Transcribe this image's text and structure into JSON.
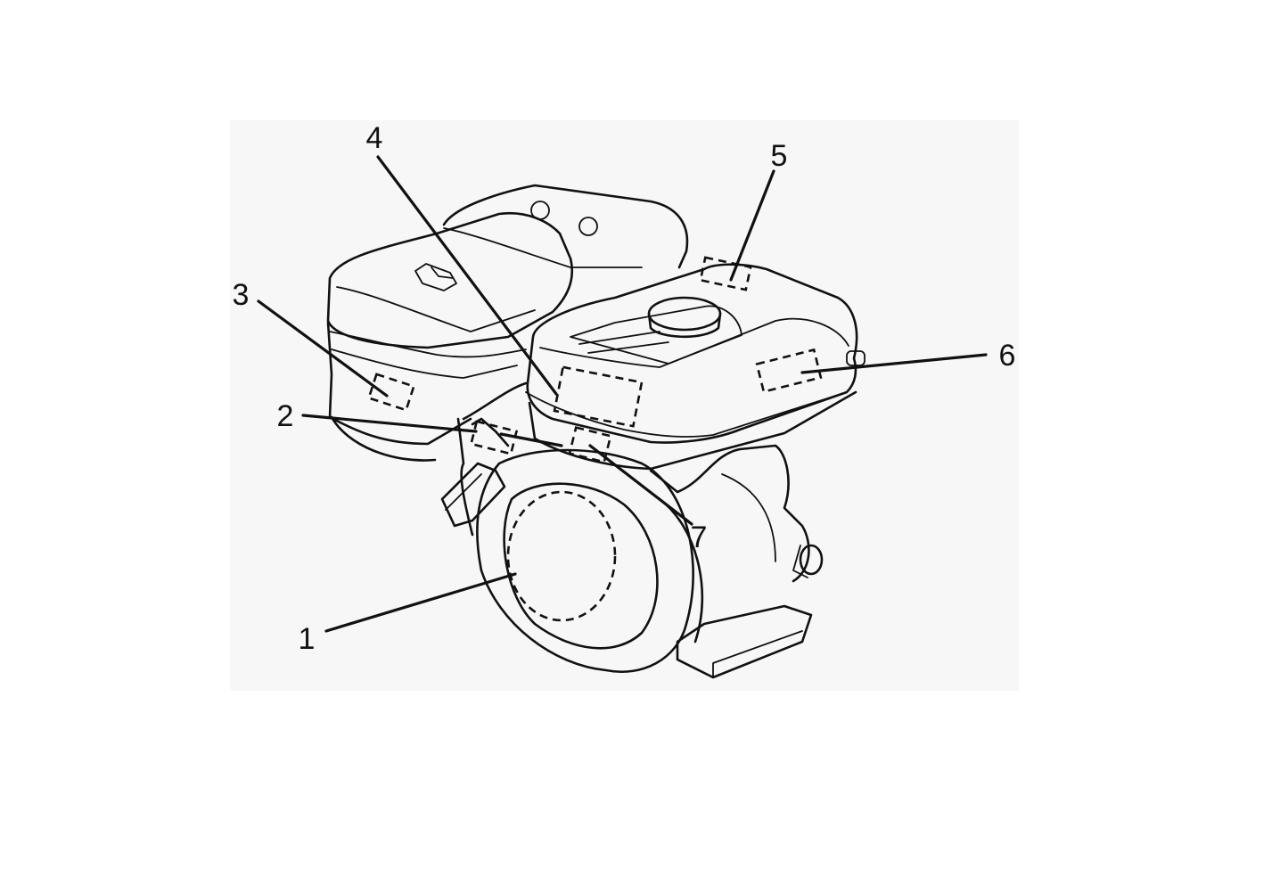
{
  "diagram": {
    "callouts": [
      {
        "id": "callout-1",
        "label": "1"
      },
      {
        "id": "callout-2",
        "label": "2"
      },
      {
        "id": "callout-3",
        "label": "3"
      },
      {
        "id": "callout-4",
        "label": "4"
      },
      {
        "id": "callout-5",
        "label": "5"
      },
      {
        "id": "callout-6",
        "label": "6"
      },
      {
        "id": "callout-7",
        "label": "7"
      }
    ]
  },
  "colors": {
    "ink": "#111111",
    "background": "#ffffff",
    "scan_tint": "#f7f7f7"
  }
}
